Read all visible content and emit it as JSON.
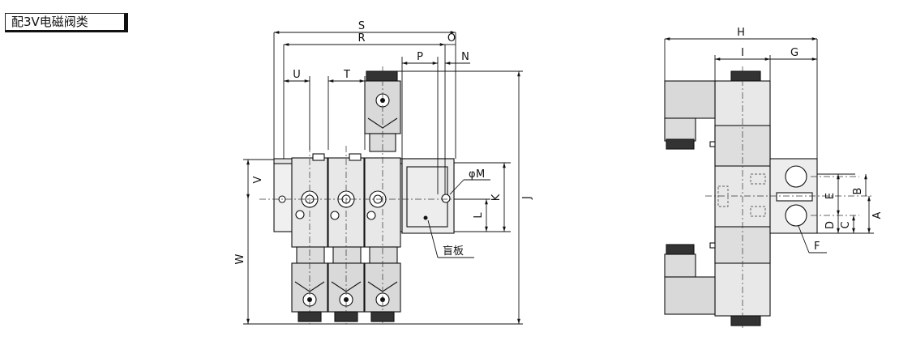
{
  "title": "配3V电磁阀类",
  "front_view": {
    "dimensions": [
      "S",
      "R",
      "O",
      "P",
      "N",
      "U",
      "T",
      "V",
      "M",
      "L",
      "K",
      "J",
      "W"
    ],
    "blank_plate_label": "盲板"
  },
  "side_view": {
    "dimensions": [
      "H",
      "I",
      "G",
      "E",
      "B",
      "D",
      "C",
      "A",
      "F"
    ]
  },
  "colors": {
    "body_fill": "#e8e8e8",
    "base_fill": "#f0f0f0",
    "coil_fill": "#d9d9d9",
    "line": "#111111"
  }
}
